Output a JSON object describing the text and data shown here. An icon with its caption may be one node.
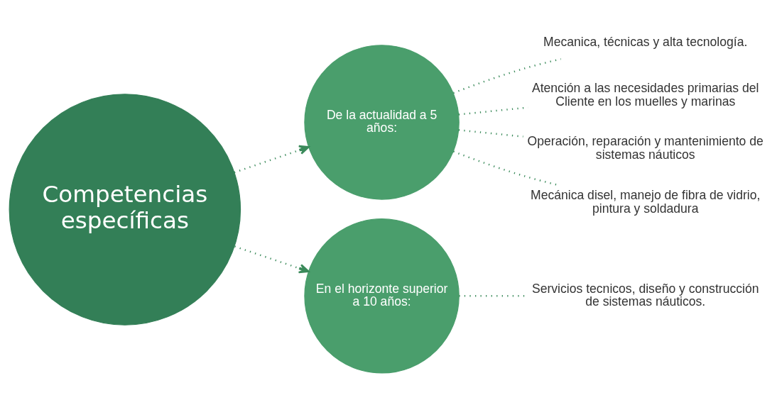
{
  "diagram": {
    "nodes": [
      {
        "text": [
          "Competencias específicas"
        ]
      },
      {
        "text": [
          "De la actualidad a 5 años:"
        ]
      },
      {
        "text": [
          "En el horizonte superior a 10 años:"
        ]
      },
      {
        "text": [
          "Mecanica, técnicas y alta tecnología."
        ]
      },
      {
        "text": [
          "Atención a las necesidades primarias del Cliente en los muelles y marinas"
        ]
      },
      {
        "text": [
          "Operación, reparación y mantenimiento de sistemas náuticos"
        ]
      },
      {
        "text": [
          "Mecánica disel, manejo de fibra de vidrio, pintura y soldadura"
        ]
      },
      {
        "text": [
          "Servicios tecnicos, diseño y construcción de sistemas náuticos."
        ]
      }
    ],
    "edges": [
      {
        "from": 0,
        "to": 1,
        "arrow": "to",
        "style": "dashed"
      },
      {
        "from": 0,
        "to": 2,
        "arrow": "to",
        "style": "dashed"
      },
      {
        "from": 1,
        "to": 3,
        "arrow": "none",
        "style": "dashed"
      },
      {
        "from": 1,
        "to": 4,
        "arrow": "none",
        "style": "dashed"
      },
      {
        "from": 1,
        "to": 5,
        "arrow": "none",
        "style": "dashed"
      },
      {
        "from": 1,
        "to": 6,
        "arrow": "none",
        "style": "dashed"
      },
      {
        "from": 2,
        "to": 7,
        "arrow": "none",
        "style": "dashed"
      }
    ]
  }
}
